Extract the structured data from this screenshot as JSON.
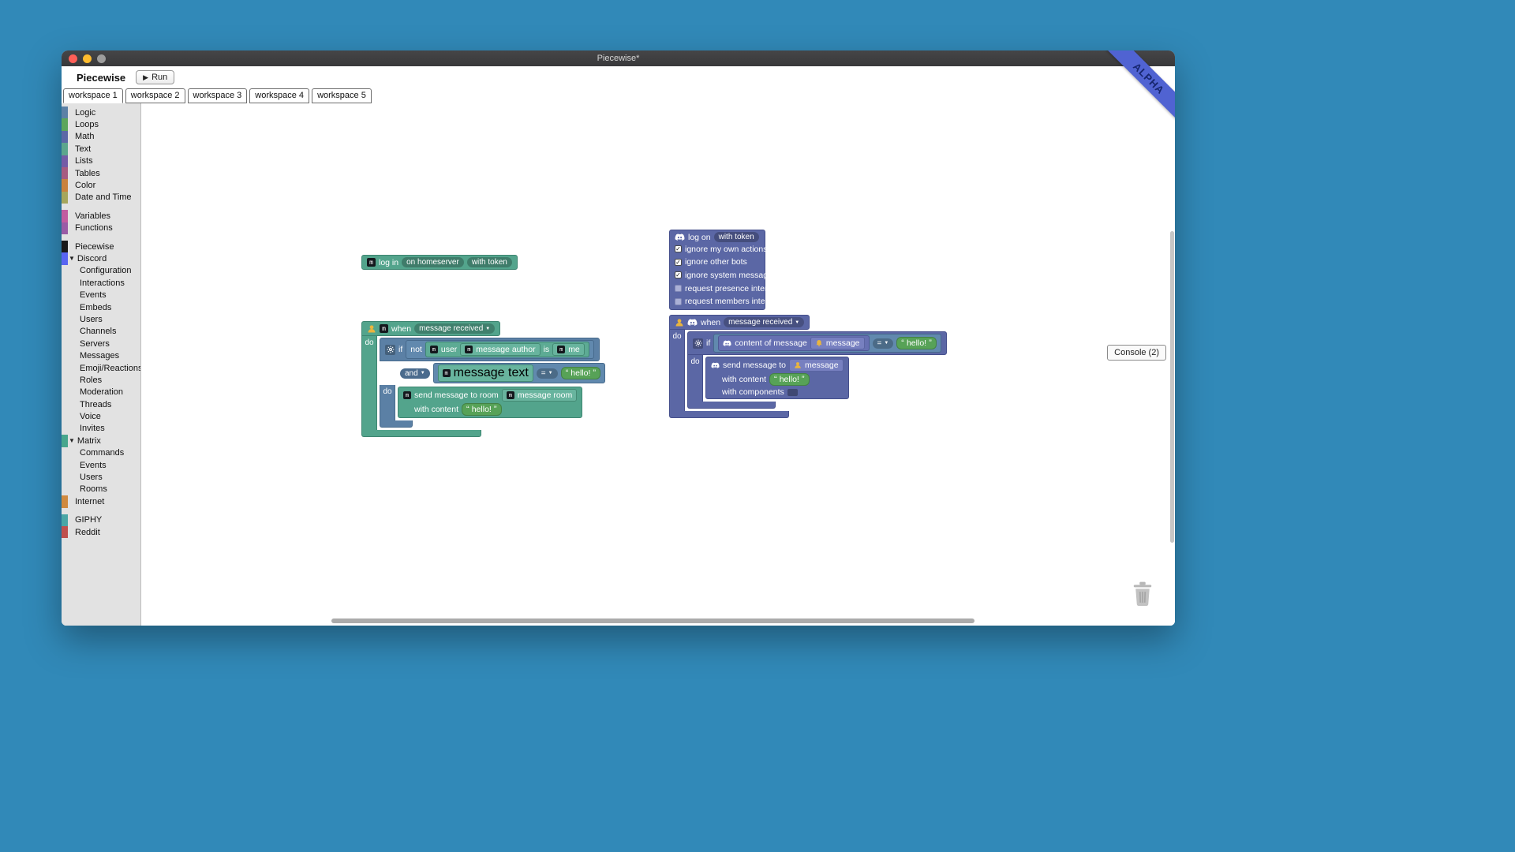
{
  "window": {
    "title": "Piecewise*",
    "brand": "Piecewise",
    "run_label": "Run",
    "alpha": "ALPHA"
  },
  "glyphs": {
    "run": "▶",
    "dropdown": "▼",
    "expander": "▼",
    "check": "✓",
    "quote_open": "“",
    "quote_close": "”"
  },
  "icons": {
    "matrix_letter": "m"
  },
  "tabs": {
    "items": [
      {
        "label": "workspace 1"
      },
      {
        "label": "workspace 2"
      },
      {
        "label": "workspace 3"
      },
      {
        "label": "workspace 4"
      },
      {
        "label": "workspace 5"
      }
    ]
  },
  "toolbox": {
    "items": [
      {
        "label": "Logic"
      },
      {
        "label": "Loops"
      },
      {
        "label": "Math"
      },
      {
        "label": "Text"
      },
      {
        "label": "Lists"
      },
      {
        "label": "Tables"
      },
      {
        "label": "Color"
      },
      {
        "label": "Date and Time"
      },
      {
        "label": "Variables"
      },
      {
        "label": "Functions"
      },
      {
        "label": "Piecewise"
      },
      {
        "label": "Discord"
      },
      {
        "label": "Configuration"
      },
      {
        "label": "Interactions"
      },
      {
        "label": "Events"
      },
      {
        "label": "Embeds"
      },
      {
        "label": "Users"
      },
      {
        "label": "Channels"
      },
      {
        "label": "Servers"
      },
      {
        "label": "Messages"
      },
      {
        "label": "Emoji/Reactions"
      },
      {
        "label": "Roles"
      },
      {
        "label": "Moderation"
      },
      {
        "label": "Threads"
      },
      {
        "label": "Voice"
      },
      {
        "label": "Invites"
      },
      {
        "label": "Matrix"
      },
      {
        "label": "Commands"
      },
      {
        "label": "Events"
      },
      {
        "label": "Users"
      },
      {
        "label": "Rooms"
      },
      {
        "label": "Internet"
      },
      {
        "label": "GIPHY"
      },
      {
        "label": "Reddit"
      }
    ]
  },
  "blocks": {
    "matrix_login": {
      "label": "log in",
      "homeserver_field": "on homeserver",
      "token_field": "with token"
    },
    "discord_login": {
      "label": "log on",
      "token_field": "with token",
      "options": [
        {
          "label": "ignore my own actions",
          "glyph": "✓"
        },
        {
          "label": "ignore other bots",
          "glyph": "✓"
        },
        {
          "label": "ignore system messages",
          "glyph": "✓"
        },
        {
          "label": "request presence intent",
          "glyph": ""
        },
        {
          "label": "request members intent",
          "glyph": ""
        }
      ]
    },
    "matrix_when": {
      "when_label": "when",
      "event_field": "message received",
      "do_label": "do",
      "if_label": "if",
      "not_label": "not",
      "user_label": "user",
      "message_author": "message author",
      "is_label": "is",
      "me_label": "me",
      "and_label": "and",
      "message_text": "message text",
      "eq_label": "=",
      "condition_string": "hello!",
      "do2_label": "do",
      "send_label": "send message to room",
      "message_room": "message room",
      "with_content_label": "with content",
      "content_string": "hello!"
    },
    "discord_when": {
      "when_label": "when",
      "event_field": "message received",
      "do_label": "do",
      "if_label": "if",
      "content_of_message": "content of message",
      "message_param": "message",
      "eq_label": "=",
      "condition_string": "hello!",
      "do2_label": "do",
      "send_label": "send message to",
      "message_param2": "message",
      "with_content_label": "with content",
      "content_string": "hello!",
      "with_components_label": "with components"
    }
  },
  "console_button": {
    "label": "Console (2)"
  },
  "colors": {
    "page_background": "#3189b8",
    "matrix_block": "#53a48c",
    "discord_block": "#5b67a5",
    "logic_block": "#5b80a5",
    "string_block": "#57a257",
    "alpha_ribbon": "#5063d2",
    "accent_yellow": "#eab53e"
  }
}
